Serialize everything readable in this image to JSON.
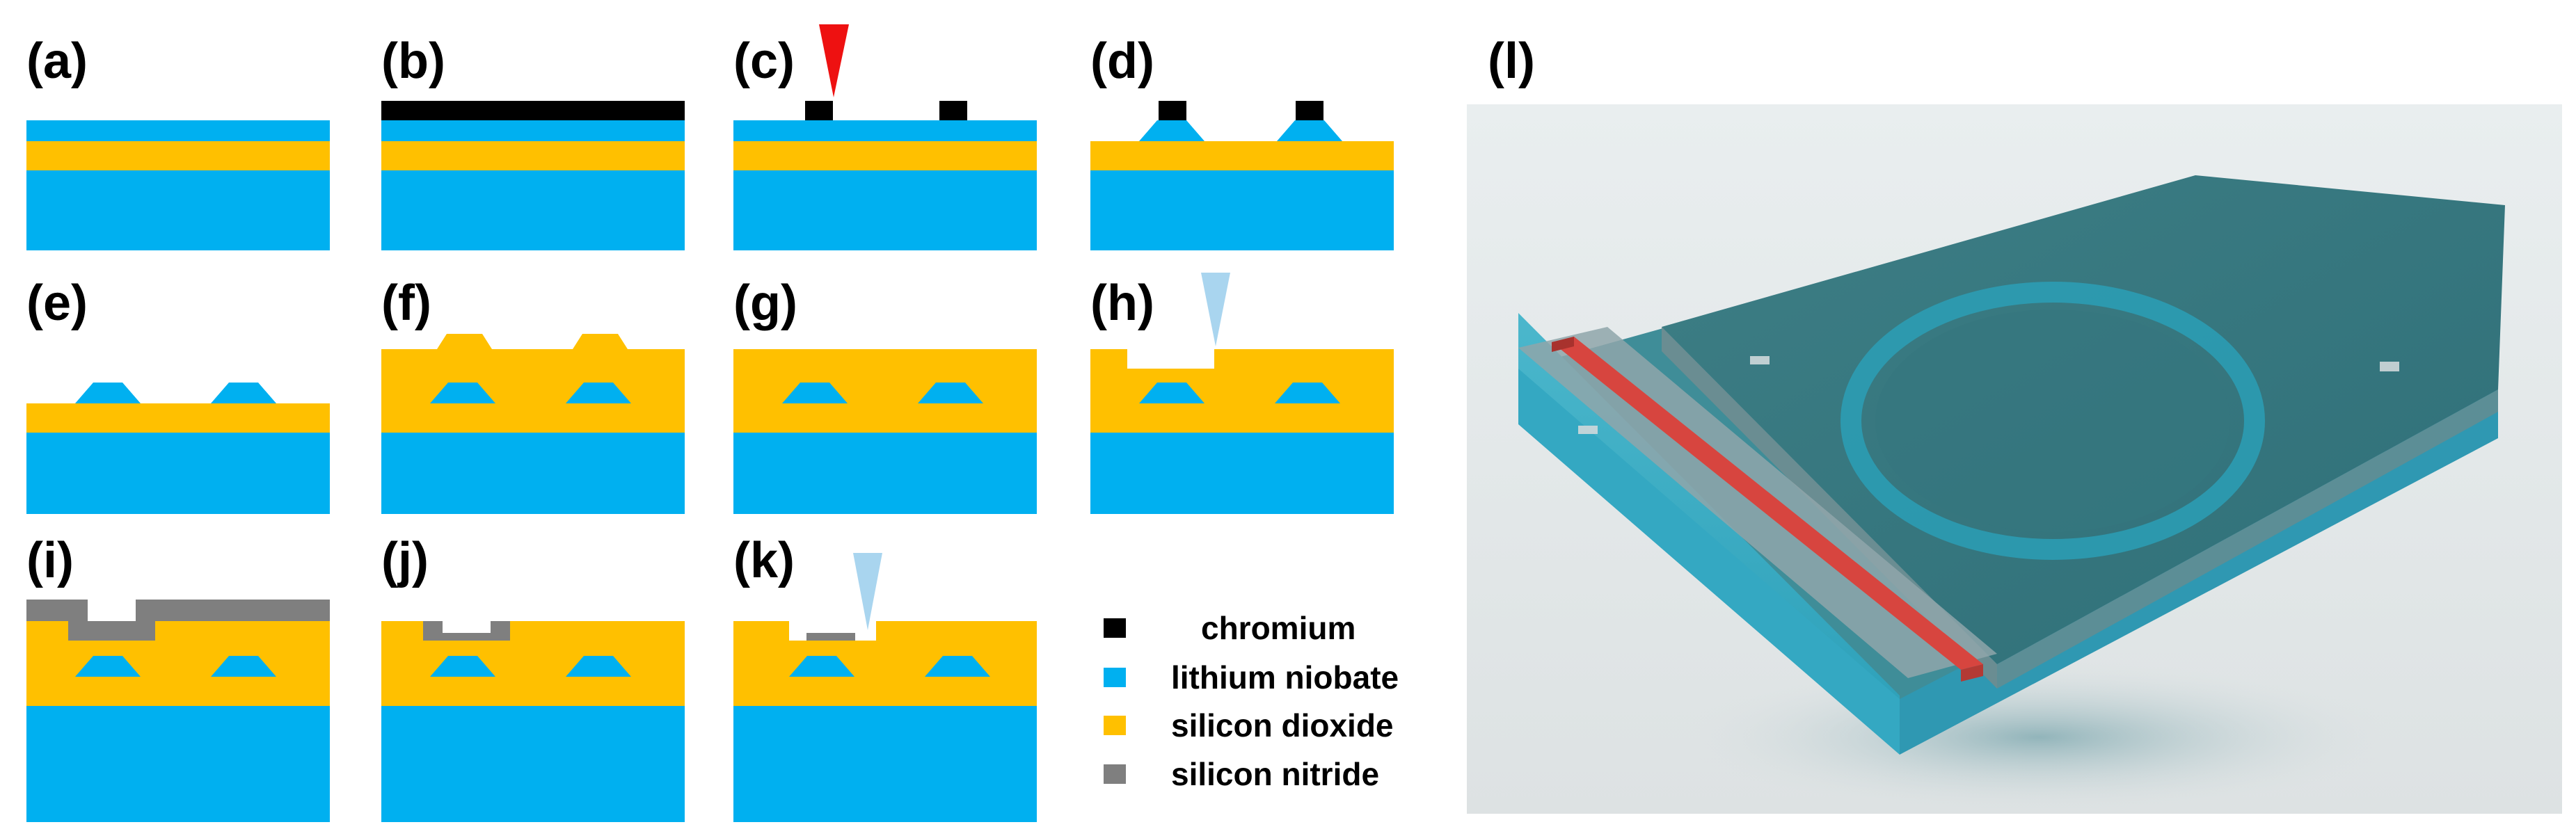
{
  "colors": {
    "chromium": "#000000",
    "lithium_niobate": "#00B0F0",
    "silicon_dioxide": "#FFC000",
    "silicon_nitride": "#7F7F7F",
    "laser_red": "#EE1111",
    "etch_tip": "#A9D5EF"
  },
  "panels": [
    {
      "id": "a",
      "label": "(a)"
    },
    {
      "id": "b",
      "label": "(b)"
    },
    {
      "id": "c",
      "label": "(c)"
    },
    {
      "id": "d",
      "label": "(d)"
    },
    {
      "id": "e",
      "label": "(e)"
    },
    {
      "id": "f",
      "label": "(f)"
    },
    {
      "id": "g",
      "label": "(g)"
    },
    {
      "id": "h",
      "label": "(h)"
    },
    {
      "id": "i",
      "label": "(i)"
    },
    {
      "id": "j",
      "label": "(j)"
    },
    {
      "id": "k",
      "label": "(k)"
    },
    {
      "id": "l",
      "label": "(l)"
    }
  ],
  "legend": [
    {
      "label": "chromium",
      "color": "#000000"
    },
    {
      "label": "lithium niobate",
      "color": "#00B0F0"
    },
    {
      "label": "silicon dioxide",
      "color": "#FFC000"
    },
    {
      "label": "silicon nitride",
      "color": "#7F7F7F"
    }
  ]
}
